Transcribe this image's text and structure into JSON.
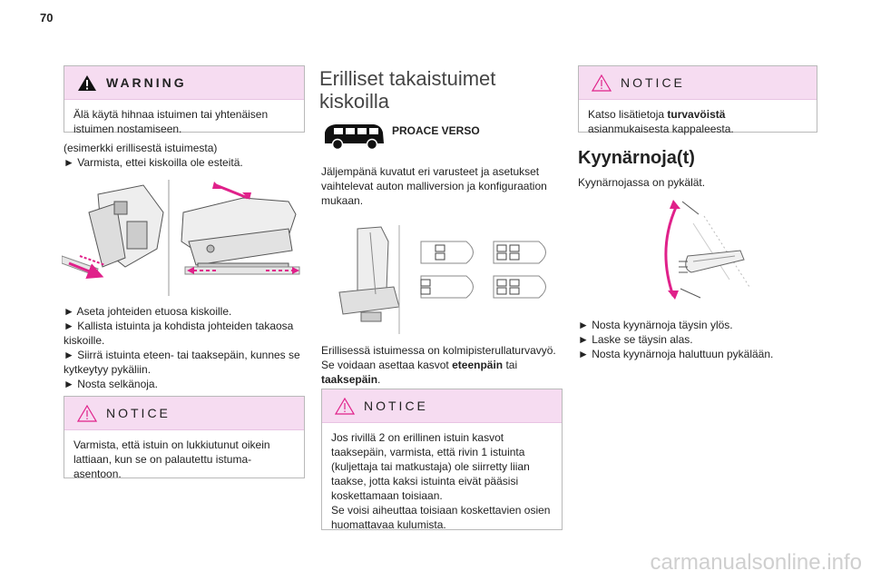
{
  "page_number": "70",
  "left": {
    "warning_box": {
      "title": "WARNING",
      "text": "Älä käytä hihnaa istuimen tai yhtenäisen istuimen nostamiseen."
    },
    "example_note": "(esimerkki erillisestä istuimesta)",
    "step_check": "► Varmista, ettei kiskoilla ole esteitä.",
    "steps": [
      "► Aseta johteiden etuosa kiskoille.",
      "► Kallista istuinta ja kohdista johteiden takaosa kiskoille.",
      "► Siirrä istuinta eteen- tai taaksepäin, kunnes se kytkeytyy pykäliin.",
      "► Nosta selkänoja."
    ],
    "notice_box": {
      "title": "NOTICE",
      "text": "Varmista, että istuin on lukkiutunut oikein lattiaan, kun se on palautettu istuma-asentoon."
    }
  },
  "middle": {
    "title_line1": "Erilliset takaistuimet",
    "title_line2": "kiskoilla",
    "model_label": "PROACE VERSO",
    "intro": "Jäljempänä kuvatut eri varusteet ja asetukset vaihtelevat auton malliversion ja konfiguraation mukaan.",
    "belt_text": "Erillisessä istuimessa on kolmipisterullaturvavyö.",
    "facing_prefix": "Se voidaan asettaa kasvot ",
    "facing_forward": "eteenpäin",
    "facing_middle": " tai ",
    "facing_backward": "taaksepäin",
    "facing_suffix": ".",
    "notice_box": {
      "title": "NOTICE",
      "text1": "Jos rivillä 2 on erillinen istuin kasvot taaksepäin, varmista, että rivin 1 istuinta (kuljettaja tai matkustaja) ole siirretty liian taakse, jotta kaksi istuinta eivät pääsisi koskettamaan toisiaan.",
      "text2": "Se voisi aiheuttaa toisiaan koskettavien osien huomattavaa kulumista."
    }
  },
  "right": {
    "notice_box": {
      "title": "NOTICE",
      "prefix": "Katso lisätietoja ",
      "bold": "turvavöistä",
      "suffix": " asianmukaisesta kappaleesta."
    },
    "title": "Kyynärnoja(t)",
    "intro": "Kyynärnojassa on pykälät.",
    "steps": [
      "► Nosta kyynärnoja täysin ylös.",
      "► Laske se täysin alas.",
      "► Nosta kyynärnoja haluttuun pykälään."
    ]
  },
  "watermark": "carmanualsonline.info",
  "colors": {
    "box_header": "#f6dcf1",
    "accent_magenta": "#e0218a",
    "border": "#b9b9b9"
  }
}
